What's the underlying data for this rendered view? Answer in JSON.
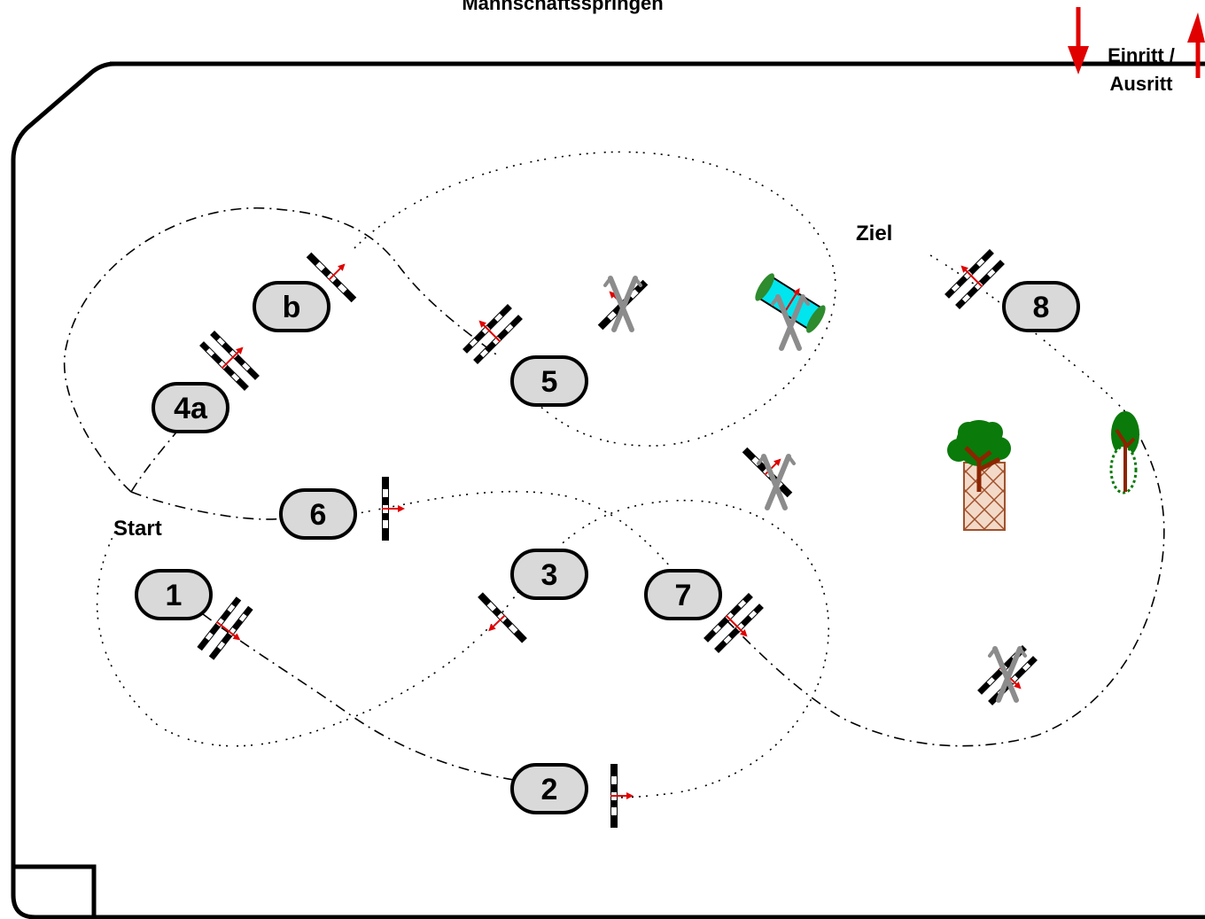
{
  "title": "Mannschaftsspringen",
  "labels": {
    "entry_exit_line1": "Einritt /",
    "entry_exit_line2": "Ausritt",
    "start": "Start",
    "finish": "Ziel"
  },
  "obstacles": [
    "1",
    "2",
    "3",
    "4a",
    "b",
    "5",
    "6",
    "7",
    "8"
  ],
  "icons": [
    "entry-arrow-icon",
    "exit-arrow-icon",
    "fence-icon",
    "crossed-out-fence-icon",
    "water-jump-icon",
    "tree-icon",
    "hedge-icon"
  ],
  "colors": {
    "arena_border": "#000000",
    "number_badge_fill": "#d9d9d9",
    "direction_arrow": "#e00000",
    "water": "#00e5ee",
    "tree_foliage": "#0a7a0a",
    "tree_trunk": "#8b2500",
    "disabled_fence": "#8c8c8c"
  }
}
